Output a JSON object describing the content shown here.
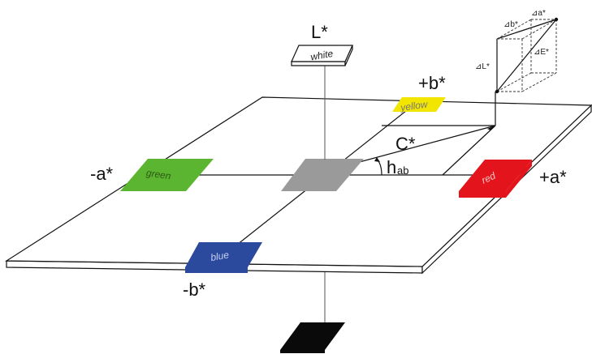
{
  "axes": {
    "lightness": "L*",
    "plus_a": "+a*",
    "minus_a": "-a*",
    "plus_b": "+b*",
    "minus_b": "-b*",
    "chroma": "C*",
    "hue_angle_main": "h",
    "hue_angle_sub": "ab"
  },
  "patches": {
    "white": "white",
    "yellow": "yellow",
    "green": "green",
    "red": "red",
    "blue": "blue"
  },
  "difference_box": {
    "delta_a": "⊿a*",
    "delta_b": "⊿b*",
    "delta_L": "⊿L*",
    "delta_E": "⊿E*"
  },
  "colors": {
    "white": "#ffffff",
    "yellow": "#f2e600",
    "green": "#5cb531",
    "red": "#e3141b",
    "blue": "#2b4a9e",
    "gray": "#9a9a9a",
    "black": "#0a0a0a"
  }
}
